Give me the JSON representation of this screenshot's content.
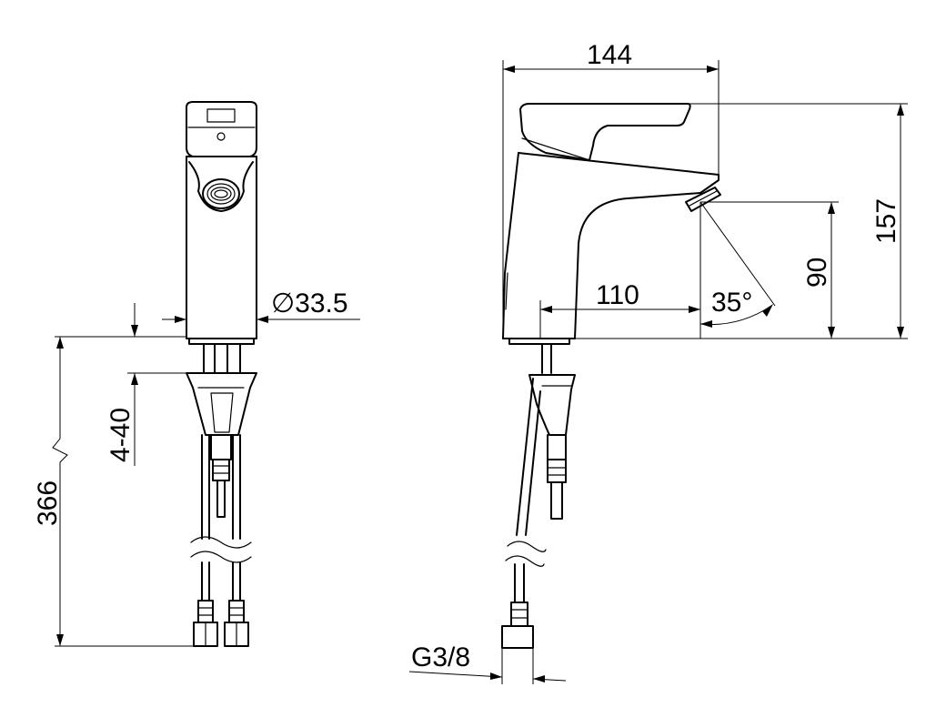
{
  "dimensions": {
    "width_144": "144",
    "height_157": "157",
    "height_90": "90",
    "reach_110": "110",
    "angle_35": "35°",
    "diameter": "∅33.5",
    "range_4_40": "4-40",
    "hose_366": "366",
    "thread_g38": "G3/8"
  }
}
